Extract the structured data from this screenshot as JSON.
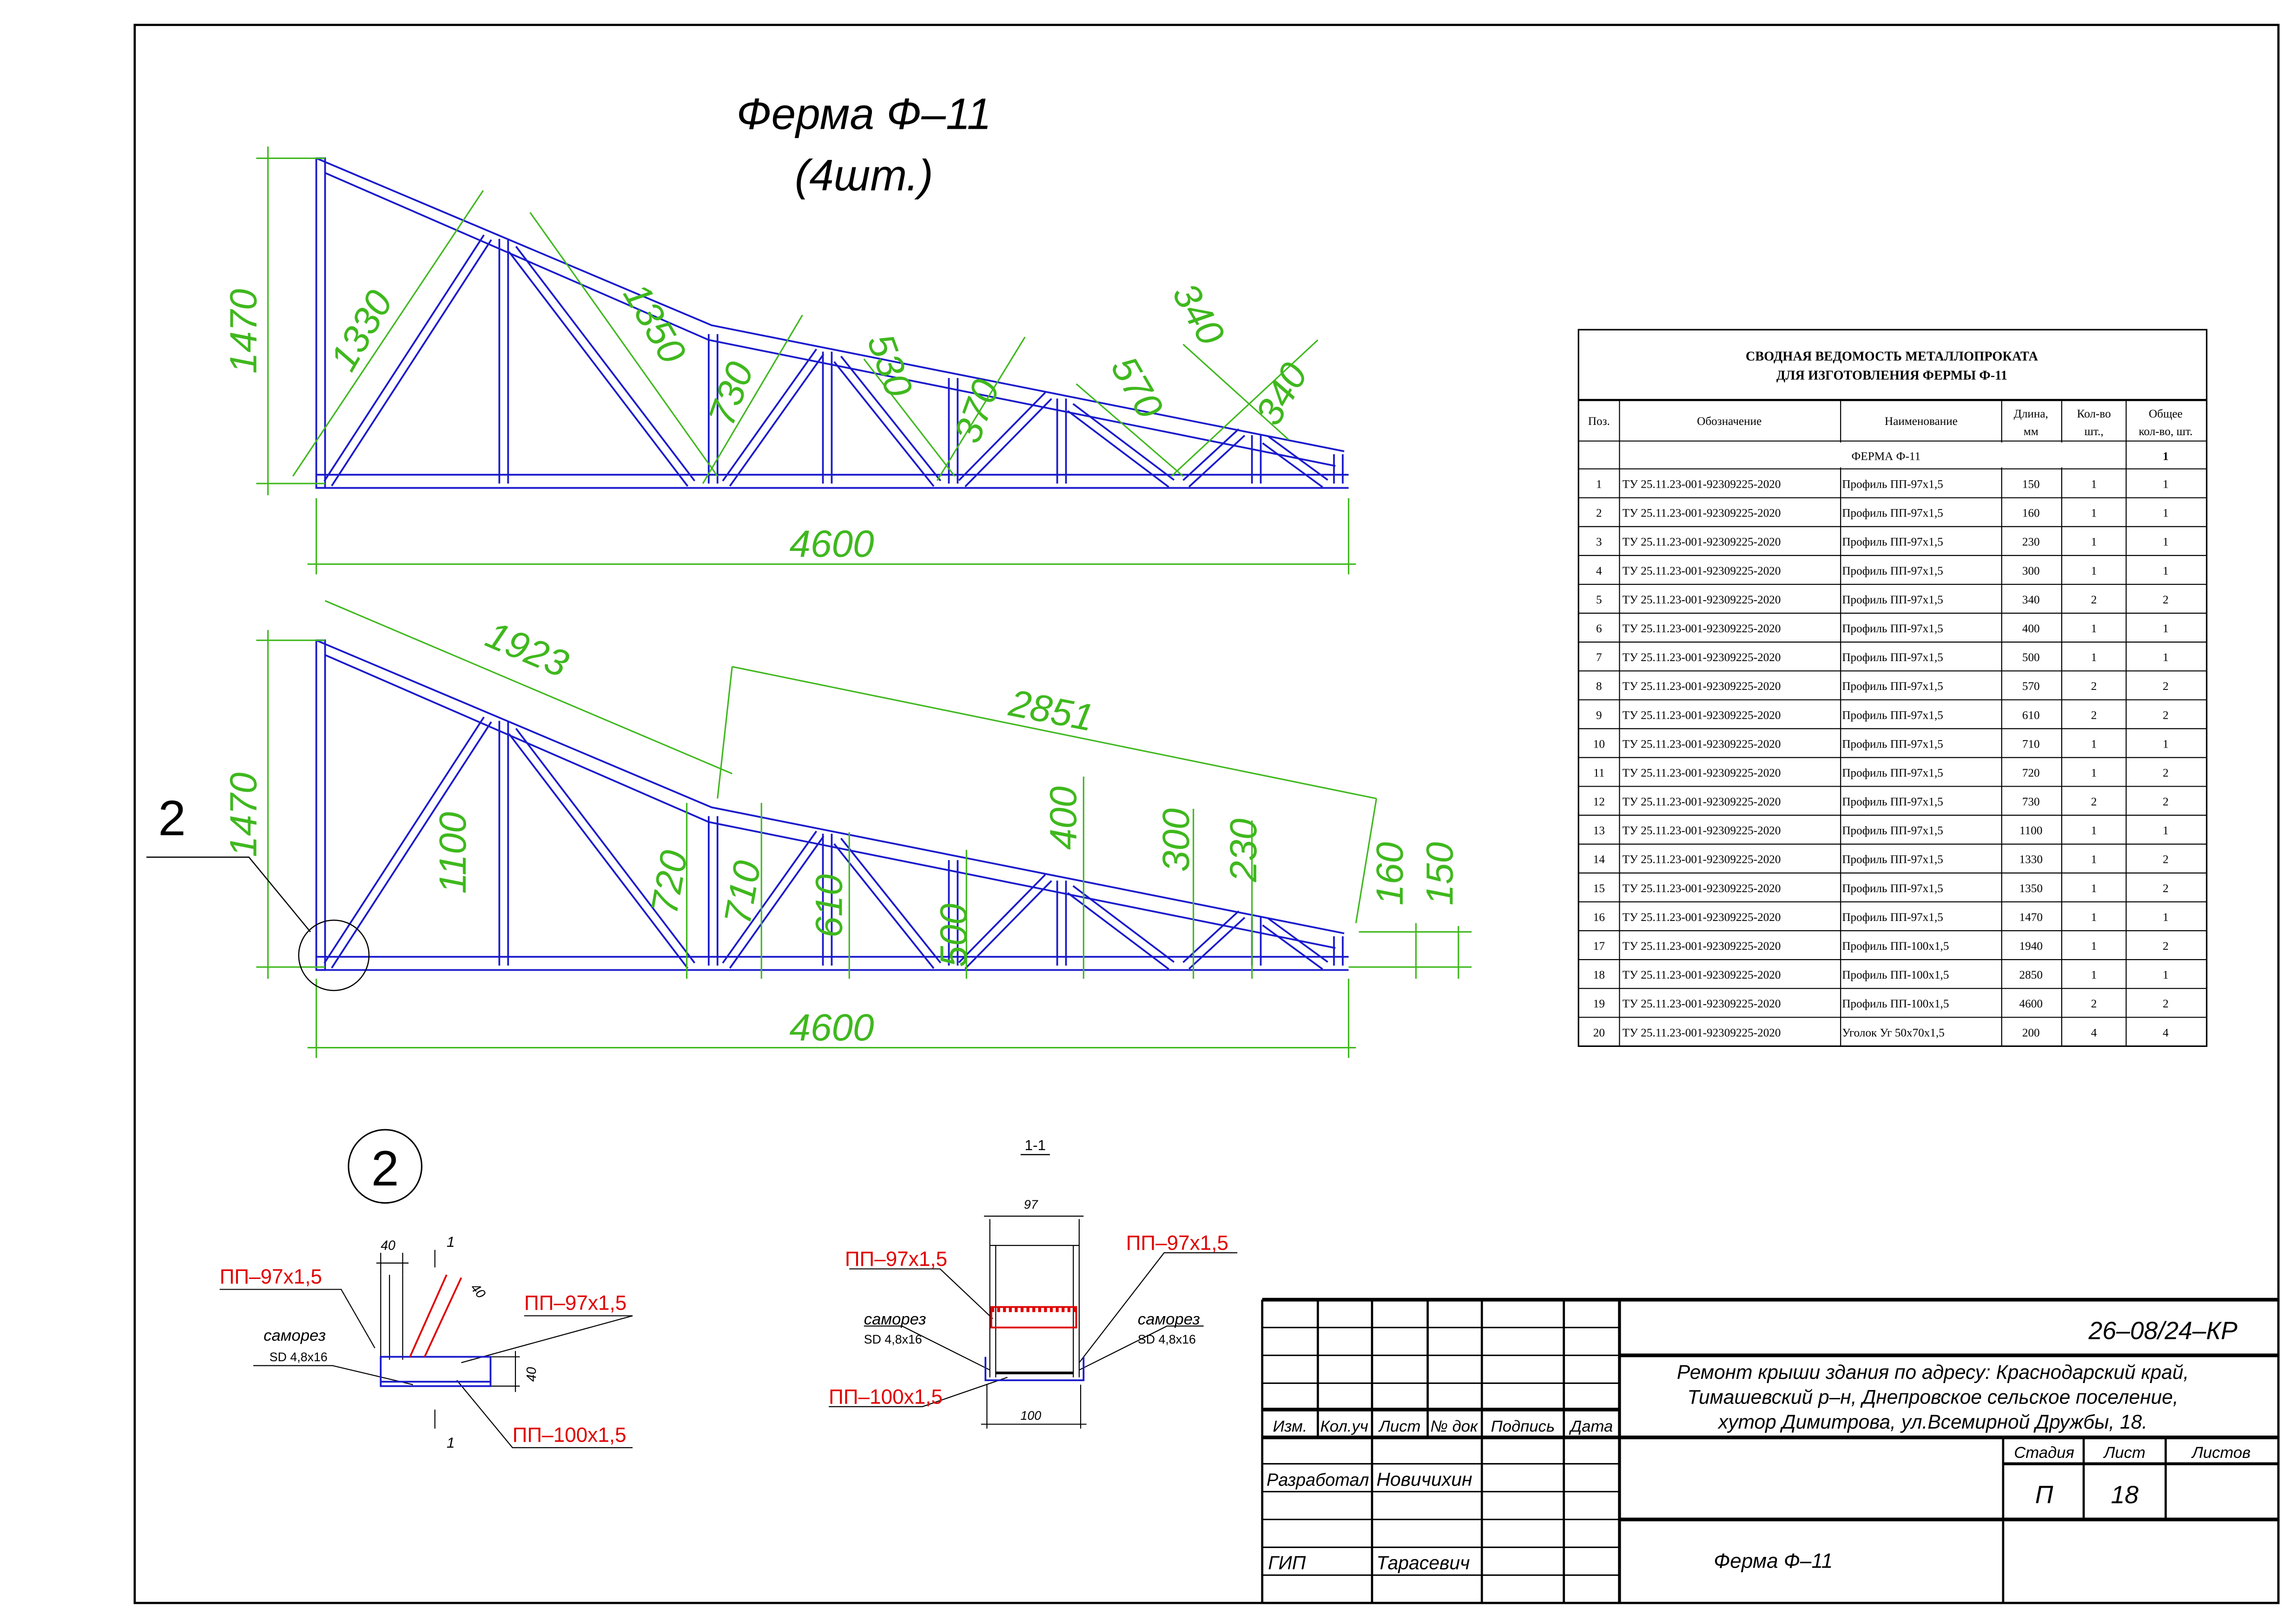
{
  "drawing_title": {
    "line1": "Ферма  Ф–11",
    "line2": "(4шт.)"
  },
  "truss_top": {
    "height": "1470",
    "d1330": "1330",
    "d1350": "1350",
    "d730": "730",
    "d530": "530",
    "d370": "370",
    "d570": "570",
    "d340a": "340",
    "d340b": "340",
    "span": "4600"
  },
  "truss_bottom": {
    "height": "1470",
    "d1923": "1923",
    "d2851": "2851",
    "d1100": "1100",
    "d720": "720",
    "d710": "710",
    "d610": "610",
    "d500": "500",
    "d400": "400",
    "d300": "300",
    "d230": "230",
    "d160": "160",
    "d150": "150",
    "span": "4600",
    "callout": "2"
  },
  "node_detail": {
    "number": "2",
    "dim_a": "40",
    "dim_b": "40",
    "dim_c": "40",
    "section_mark": "1",
    "label_post": "ПП–97х1,5",
    "label_diag": "ПП–97х1,5",
    "label_chord": "ПП–100х1,5",
    "screw": "саморез",
    "screw_spec": "SD 4,8x16"
  },
  "section_detail": {
    "title": "1-1",
    "width_top": "97",
    "width_bottom": "100",
    "label_left": "ПП–97х1,5",
    "label_right": "ПП–97х1,5",
    "label_chord": "ПП–100х1,5",
    "screw": "саморез",
    "screw_spec": "SD 4,8x16"
  },
  "spec_table": {
    "title1": "СВОДНАЯ ВЕДОМОСТЬ  МЕТАЛЛОПРОКАТА",
    "title2": "ДЛЯ   ИЗГОТОВЛЕНИЯ  ФЕРМЫ   Ф-11",
    "headers": {
      "pos": "Поз.",
      "designation": "Обозначение",
      "name": "Наименование",
      "length1": "Длина,",
      "length2": "мм",
      "qty1": "Кол-во",
      "qty2": "шт.,",
      "total1": "Общее",
      "total2": "кол-во, шт."
    },
    "group": {
      "name": "ФЕРМА   Ф-11",
      "total": "1"
    },
    "rows": [
      [
        "1",
        "ТУ 25.11.23-001-92309225-2020",
        "Профиль  ПП-97х1,5",
        "150",
        "1",
        "1"
      ],
      [
        "2",
        "ТУ 25.11.23-001-92309225-2020",
        "Профиль  ПП-97х1,5",
        "160",
        "1",
        "1"
      ],
      [
        "3",
        "ТУ 25.11.23-001-92309225-2020",
        "Профиль  ПП-97х1,5",
        "230",
        "1",
        "1"
      ],
      [
        "4",
        "ТУ 25.11.23-001-92309225-2020",
        "Профиль  ПП-97х1,5",
        "300",
        "1",
        "1"
      ],
      [
        "5",
        "ТУ 25.11.23-001-92309225-2020",
        "Профиль  ПП-97х1,5",
        "340",
        "2",
        "2"
      ],
      [
        "6",
        "ТУ 25.11.23-001-92309225-2020",
        "Профиль  ПП-97х1,5",
        "400",
        "1",
        "1"
      ],
      [
        "7",
        "ТУ 25.11.23-001-92309225-2020",
        "Профиль  ПП-97х1,5",
        "500",
        "1",
        "1"
      ],
      [
        "8",
        "ТУ 25.11.23-001-92309225-2020",
        "Профиль  ПП-97х1,5",
        "570",
        "2",
        "2"
      ],
      [
        "9",
        "ТУ 25.11.23-001-92309225-2020",
        "Профиль  ПП-97х1,5",
        "610",
        "2",
        "2"
      ],
      [
        "10",
        "ТУ 25.11.23-001-92309225-2020",
        "Профиль  ПП-97х1,5",
        "710",
        "1",
        "1"
      ],
      [
        "11",
        "ТУ 25.11.23-001-92309225-2020",
        "Профиль  ПП-97х1,5",
        "720",
        "1",
        "2"
      ],
      [
        "12",
        "ТУ 25.11.23-001-92309225-2020",
        "Профиль  ПП-97х1,5",
        "730",
        "2",
        "2"
      ],
      [
        "13",
        "ТУ 25.11.23-001-92309225-2020",
        "Профиль  ПП-97х1,5",
        "1100",
        "1",
        "1"
      ],
      [
        "14",
        "ТУ 25.11.23-001-92309225-2020",
        "Профиль  ПП-97х1,5",
        "1330",
        "1",
        "2"
      ],
      [
        "15",
        "ТУ 25.11.23-001-92309225-2020",
        "Профиль  ПП-97х1,5",
        "1350",
        "1",
        "2"
      ],
      [
        "16",
        "ТУ 25.11.23-001-92309225-2020",
        "Профиль  ПП-97х1,5",
        "1470",
        "1",
        "1"
      ],
      [
        "17",
        "ТУ 25.11.23-001-92309225-2020",
        "Профиль  ПП-100х1,5",
        "1940",
        "1",
        "2"
      ],
      [
        "18",
        "ТУ 25.11.23-001-92309225-2020",
        "Профиль  ПП-100х1,5",
        "2850",
        "1",
        "1"
      ],
      [
        "19",
        "ТУ 25.11.23-001-92309225-2020",
        "Профиль  ПП-100х1,5",
        "4600",
        "2",
        "2"
      ],
      [
        "20",
        "ТУ 25.11.23-001-92309225-2020",
        "Уголок  Уг 50х70х1,5",
        "200",
        "4",
        "4"
      ]
    ]
  },
  "title_block": {
    "code": "26–08/24–КР",
    "address1": "Ремонт крыши здания по адресу:  Краснодарский край,",
    "address2": "Тимашевский р–н, Днепровское сельское поселение,",
    "address3": "хутор Димитрова, ул.Всемирной Дружбы, 18.",
    "col_headers": [
      "Изм.",
      "Кол.уч",
      "Лист",
      "№ док",
      "Подпись",
      "Дата"
    ],
    "developed_label": "Разработал",
    "developed_name": "Новичихин",
    "chief_label": "ГИП",
    "chief_name": "Тарасевич",
    "stage_label": "Стадия",
    "sheet_label": "Лист",
    "sheets_label": "Листов",
    "stage": "П",
    "sheet": "18",
    "sheet_name": "Ферма  Ф–11"
  },
  "colors": {
    "truss": "#1a1acc",
    "dimension": "#3fb81e",
    "label": "#e00000"
  }
}
